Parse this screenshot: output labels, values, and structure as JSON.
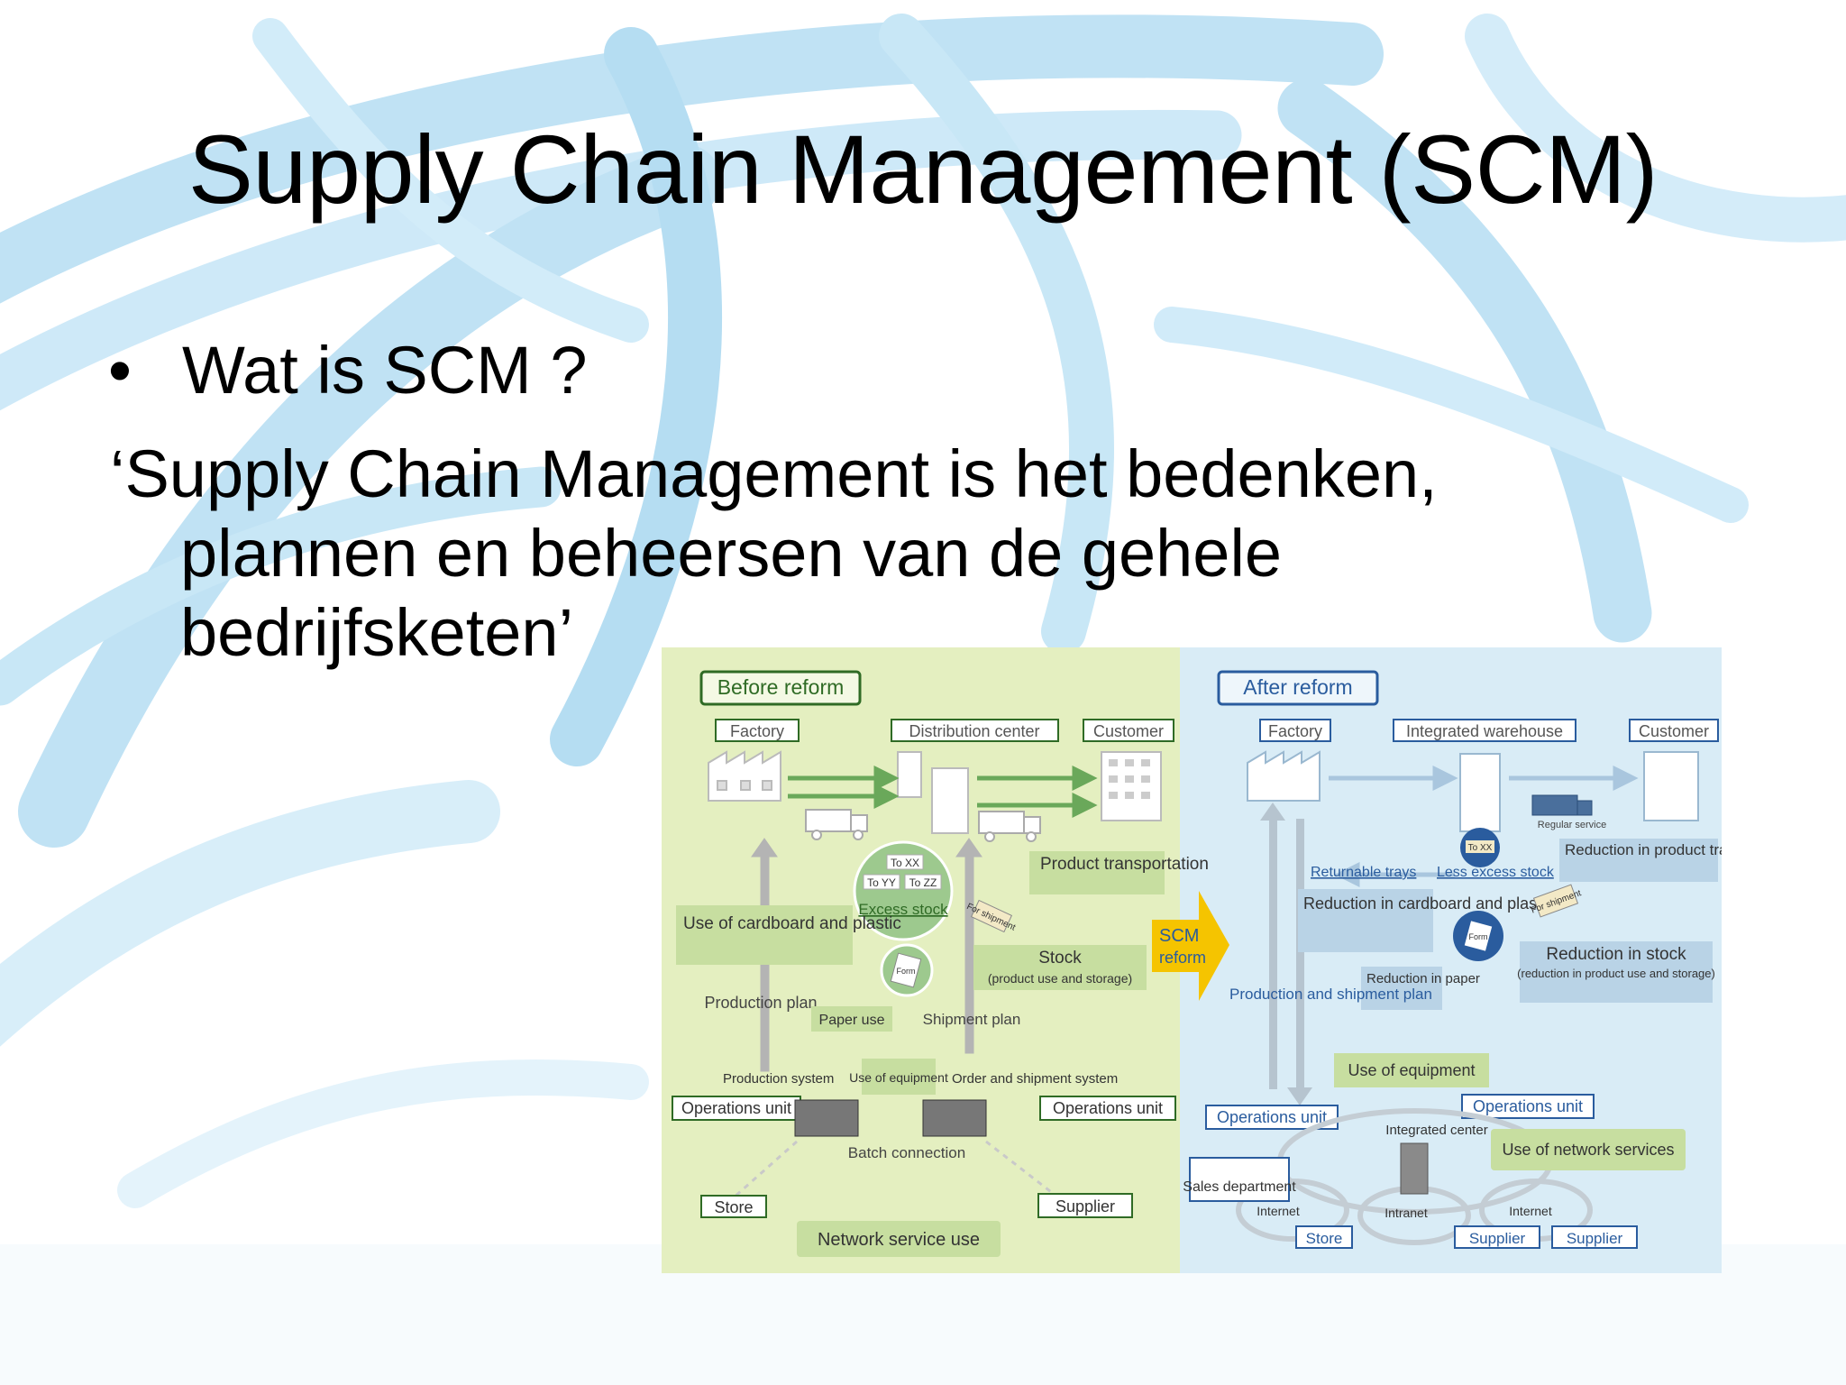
{
  "slide": {
    "title": "Supply Chain Management (SCM)",
    "bullet": "Wat is SCM ?",
    "quote": "‘Supply Chain Management is het bedenken, plannen en beheersen van de gehele bedrijfsketen’"
  },
  "colors": {
    "before_bg": "#e4efc0",
    "after_bg": "#d9ecf6",
    "before_box": "#2f6b25",
    "after_box": "#2a5c9e",
    "highlight": "#f5c400"
  },
  "diagram": {
    "before": {
      "header": "Before reform",
      "factory": "Factory",
      "distribution": "Distribution center",
      "customer": "Customer",
      "product_transportation": "Product transportation",
      "to_xx": "To XX",
      "to_yy": "To YY",
      "to_zz": "To ZZ",
      "excess_stock": "Excess stock",
      "for_shipment": "For shipment",
      "use_cardboard": "Use of cardboard and plastic",
      "stock": "Stock",
      "stock_detail": "(product use and storage)",
      "production_plan": "Production plan",
      "paper_use": "Paper use",
      "shipment_plan": "Shipment plan",
      "production_system": "Production system",
      "use_equipment": "Use of equipment",
      "order_system": "Order and shipment system",
      "ops_unit_left": "Operations unit",
      "ops_unit_right": "Operations unit",
      "batch": "Batch connection",
      "store": "Store",
      "supplier": "Supplier",
      "network": "Network service use",
      "form": "Form"
    },
    "reform": {
      "label_1": "SCM",
      "label_2": "reform"
    },
    "after": {
      "header": "After reform",
      "factory": "Factory",
      "warehouse": "Integrated warehouse",
      "customer": "Customer",
      "regular": "Regular service",
      "reduction_transport": "Reduction in product transportation",
      "returnable": "Returnable trays",
      "less_excess": "Less excess stock",
      "to_xx": "To XX",
      "reduction_cardboard": "Reduction in cardboard and plastic",
      "for_shipment": "For shipment",
      "reduction_stock": "Reduction in stock",
      "reduction_stock_detail": "(reduction in product use and storage)",
      "reduction_paper": "Reduction in paper",
      "prod_shipment_plan": "Production and shipment plan",
      "use_equipment": "Use of equipment",
      "ops_unit_left": "Operations unit",
      "ops_unit_right": "Operations unit",
      "integrated_center": "Integrated center",
      "network": "Use of network services",
      "sales": "Sales department",
      "internet_1": "Internet",
      "intranet": "Intranet",
      "internet_2": "Internet",
      "store": "Store",
      "supplier_1": "Supplier",
      "supplier_2": "Supplier",
      "form": "Form"
    }
  }
}
